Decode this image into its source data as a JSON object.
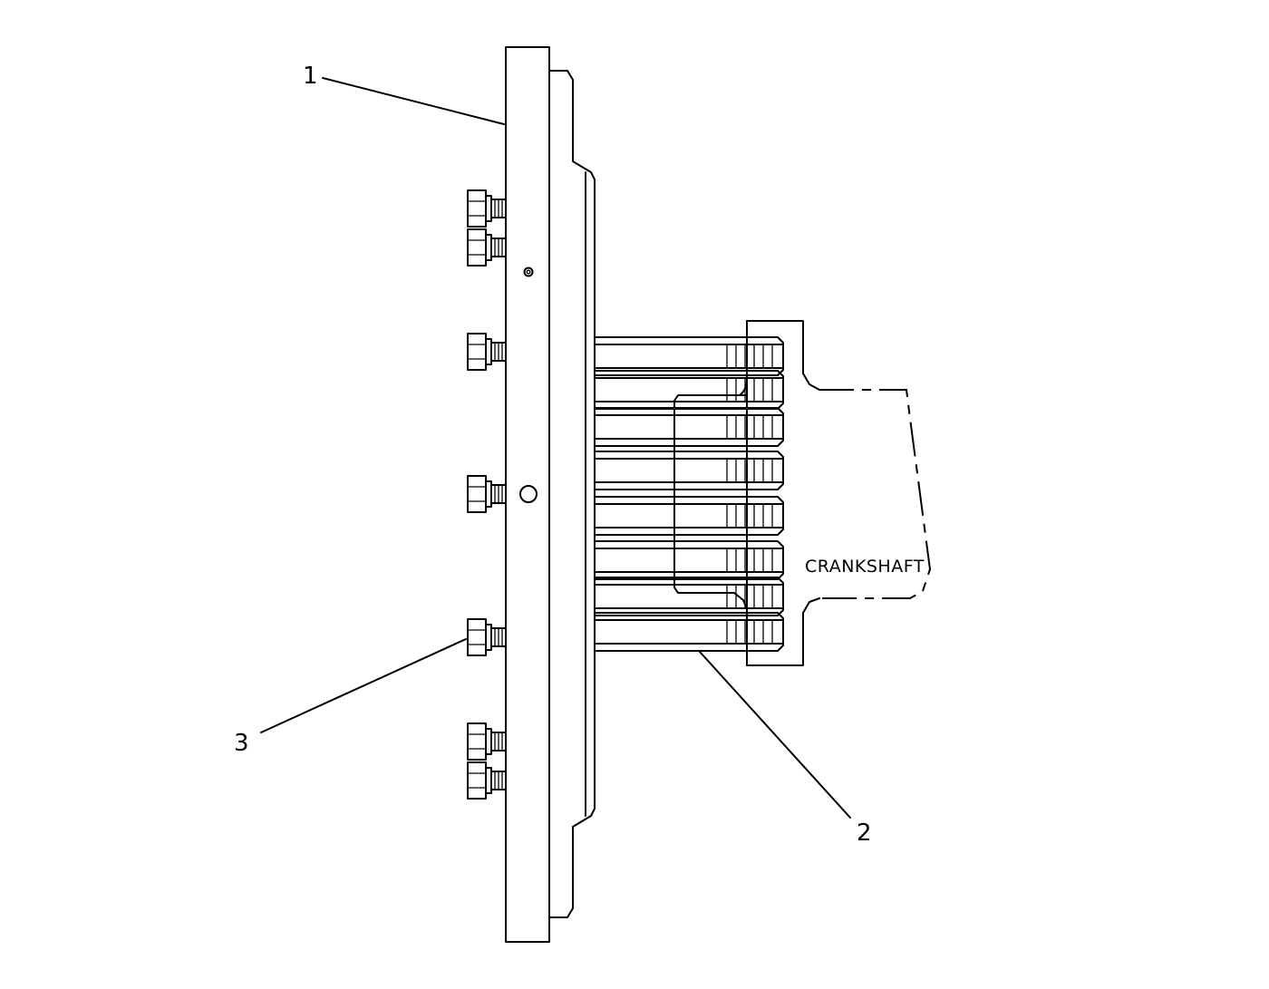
{
  "diagram": {
    "callouts": [
      {
        "id": "callout-1",
        "label": "1"
      },
      {
        "id": "callout-2",
        "label": "2"
      },
      {
        "id": "callout-3",
        "label": "3"
      }
    ],
    "crankshaft_label": "CRANKSHAFT"
  }
}
